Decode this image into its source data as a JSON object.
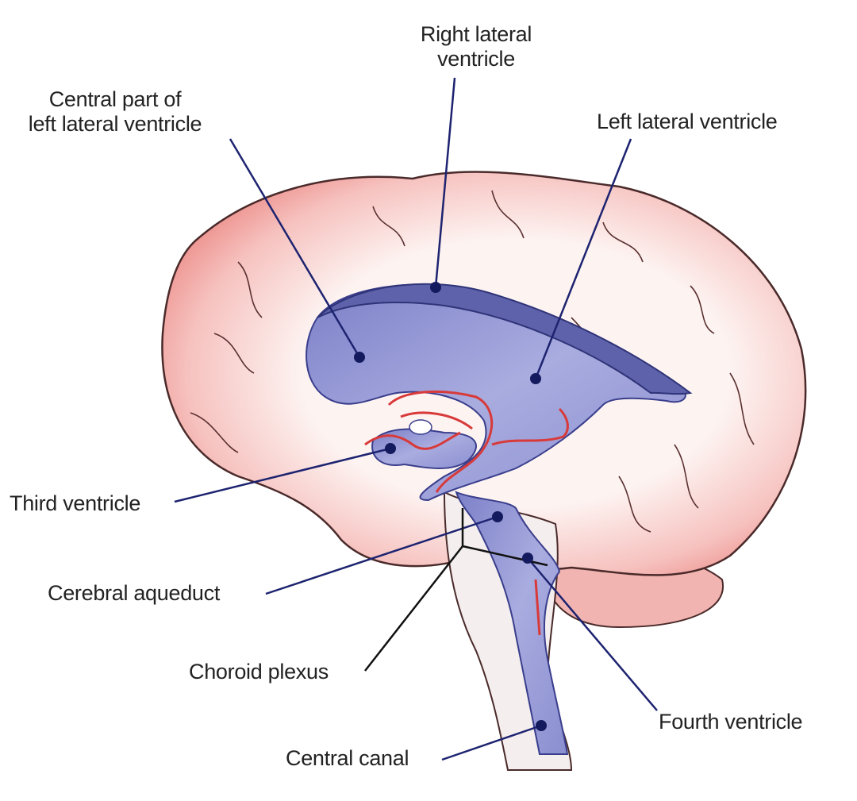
{
  "labels": {
    "right_lateral": [
      "Right lateral",
      "ventricle"
    ],
    "central_part": [
      "Central part of",
      "left lateral ventricle"
    ],
    "left_lateral": "Left lateral ventricle",
    "third": "Third ventricle",
    "aqueduct": "Cerebral aqueduct",
    "choroid": "Choroid plexus",
    "fourth": "Fourth ventricle",
    "canal": "Central canal"
  },
  "colors": {
    "ventricle": "#8f93d4",
    "leader": "#1d2370",
    "cortex": "#f2a7a4",
    "plexus": "#d83a3a"
  }
}
